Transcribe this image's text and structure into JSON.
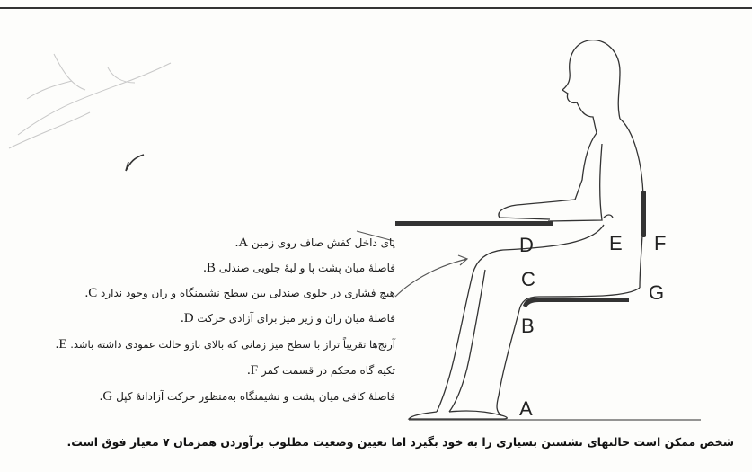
{
  "legend": [
    {
      "letter": "A.",
      "text": "پای داخل کفش صاف روی زمین"
    },
    {
      "letter": "B.",
      "text": "فاصلهٔ میان پشت پا و لبهٔ جلویی صندلی"
    },
    {
      "letter": "C.",
      "text": "هیچ فشاری در جلوی صندلی بین سطح نشیمنگاه و ران وجود ندارد"
    },
    {
      "letter": "D.",
      "text": "فاصلهٔ میان ران و زیر میز برای آزادی حرکت"
    },
    {
      "letter": "E.",
      "text": "آرنج‌ها تقریباً تراز با سطح میز زمانی که بالای بازو حالت عمودی داشته باشد."
    },
    {
      "letter": "F.",
      "text": "تکیه گاه محکم در قسمت کمر"
    },
    {
      "letter": "G.",
      "text": "فاصلهٔ کافی میان پشت و نشیمنگاه به‌منظور حرکت آزادانهٔ کپل"
    }
  ],
  "figure_labels": {
    "A": "A",
    "B": "B",
    "C": "C",
    "D": "D",
    "E": "E",
    "F": "F",
    "G": "G"
  },
  "caption": "شخص ممکن است حالتهای نشستن بسیاری را به خود بگیرد اما تعیین وضعیت مطلوب برآوردن همزمان ۷ معیار فوق است."
}
